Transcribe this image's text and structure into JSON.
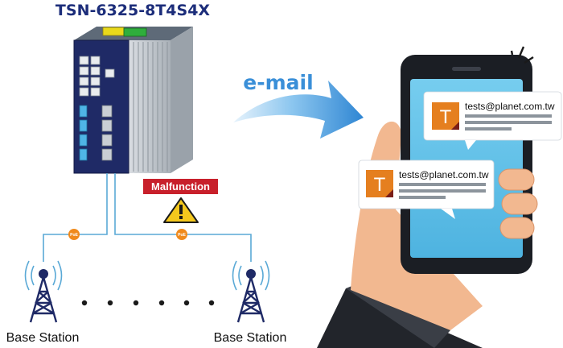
{
  "device": {
    "model": "TSN-6325-8T4S4X"
  },
  "arrow": {
    "label": "e-mail"
  },
  "alert": {
    "label": "Malfunction",
    "icon": "warning-icon"
  },
  "poe": {
    "label": "PoE"
  },
  "stations": [
    {
      "label": "Base Station"
    },
    {
      "label": "Base Station"
    }
  ],
  "notifications": [
    {
      "avatar": "T",
      "email": "tests@planet.com.tw"
    },
    {
      "avatar": "T",
      "email": "tests@planet.com.tw"
    }
  ],
  "colors": {
    "title": "#1c2d7a",
    "arrow": "#3a8fd8",
    "alert": "#c8202b",
    "poe": "#f08a1c",
    "screen": "#5fc0e8",
    "avatar": "#e57f1f"
  }
}
